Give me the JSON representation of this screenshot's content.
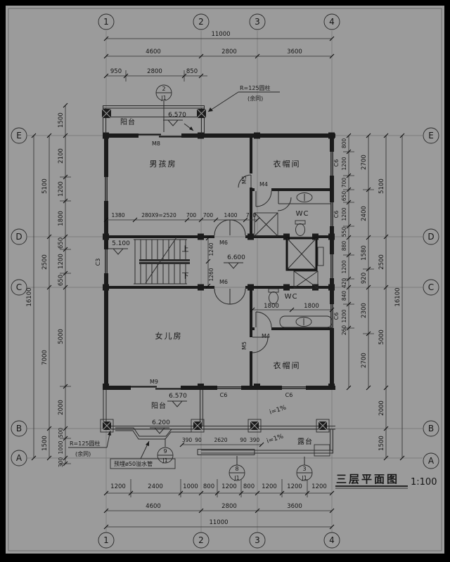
{
  "title": {
    "text": "三层平面图",
    "scale": "1:100"
  },
  "axes": {
    "cols": [
      "1",
      "2",
      "3",
      "4"
    ],
    "rows": [
      "E",
      "D",
      "C",
      "B",
      "A"
    ]
  },
  "dims": {
    "total_w": "11000",
    "total_h": "16100",
    "spans_w": [
      "4600",
      "2800",
      "3600"
    ],
    "top_sub": [
      "950",
      "2800",
      "850"
    ],
    "bottom_sub": [
      "1200",
      "2400",
      "1000",
      "800",
      "1200",
      "800",
      "1200",
      "1200",
      "1200"
    ],
    "left_outer": [
      "5100",
      "2500",
      "7000",
      "1500"
    ],
    "left_inner": [
      "1500",
      "2100",
      "1200",
      "1800",
      "650",
      "1200",
      "650",
      "5000",
      "2000",
      "500",
      "1000",
      "300"
    ],
    "right_inner": [
      "800",
      "1200",
      "700",
      "650",
      "1200",
      "550",
      "880",
      "1200",
      "420",
      "840",
      "1200",
      "260"
    ],
    "right_outer": [
      "2700",
      "2400",
      "1580",
      "920",
      "2300",
      "2700"
    ],
    "right_spans": [
      "5100",
      "2500",
      "5000",
      "2000",
      "1500"
    ],
    "stair_row": [
      "1380",
      "280X9=2520",
      "700",
      "700",
      "1400",
      "700"
    ],
    "landing": [
      "1240",
      "1260"
    ],
    "wc_row": [
      "1800",
      "1800"
    ],
    "terrace_row": [
      "390",
      "90",
      "2620",
      "90",
      "390"
    ]
  },
  "levels": {
    "top_balcony": "6.570",
    "stair": "5.100",
    "landing": "6.600",
    "low_balcony": "6.570",
    "low_balcony2": "6.200"
  },
  "rooms": {
    "top_balcony": "阳台",
    "boys": "男孩房",
    "top_cloak": "衣帽间",
    "top_wc": "WC",
    "girls": "女儿房",
    "low_wc": "WC",
    "low_cloak": "衣帽间",
    "low_balcony": "阳台",
    "terrace": "露台"
  },
  "tags": {
    "M8": "M8",
    "M9": "M9",
    "M6_top": "M6",
    "M6_bottom": "M6",
    "M5_top": "M5",
    "M4_top": "M4",
    "M5_low": "M5",
    "M4_low": "M4",
    "C3": "C3",
    "C6_e1": "C6",
    "C6_e2": "C6",
    "C6_e3": "C6",
    "C6_s1": "C6",
    "C6_s2": "C6"
  },
  "notes": {
    "col_r_top": "R=125圆柱",
    "col_r_top2": "(余同)",
    "col_r_low": "R=125圆柱",
    "col_r_low2": "(余同)",
    "drain": "预埋ø50溢水管",
    "slope_a": "i=1%",
    "slope_b": "i=1%",
    "up": "上",
    "down": "下"
  },
  "details": {
    "d2": {
      "num": "2",
      "sheet": "J1"
    },
    "d9": {
      "num": "9",
      "sheet": "J1"
    },
    "d8": {
      "num": "8",
      "sheet": "J1"
    },
    "d3": {
      "num": "3",
      "sheet": "J1"
    }
  },
  "colors": {
    "bg": "#9b9b9b",
    "ink": "#1b1b1b",
    "frame": "#000000"
  }
}
